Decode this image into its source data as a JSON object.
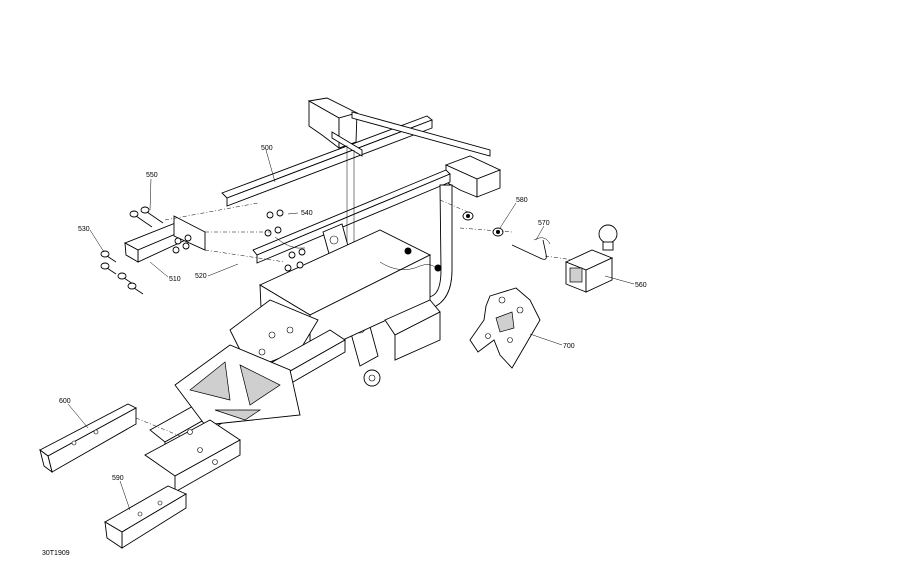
{
  "diagram": {
    "callouts": [
      {
        "id": "c500",
        "text": "500"
      },
      {
        "id": "c540",
        "text": "540"
      },
      {
        "id": "c550",
        "text": "550"
      },
      {
        "id": "c530",
        "text": "530"
      },
      {
        "id": "c510",
        "text": "510"
      },
      {
        "id": "c520",
        "text": "520"
      },
      {
        "id": "c580",
        "text": "580"
      },
      {
        "id": "c570",
        "text": "570"
      },
      {
        "id": "c560",
        "text": "560"
      },
      {
        "id": "c700",
        "text": "700"
      },
      {
        "id": "c600",
        "text": "600"
      },
      {
        "id": "c590",
        "text": "590"
      }
    ],
    "drawing_code": "30T1909"
  }
}
